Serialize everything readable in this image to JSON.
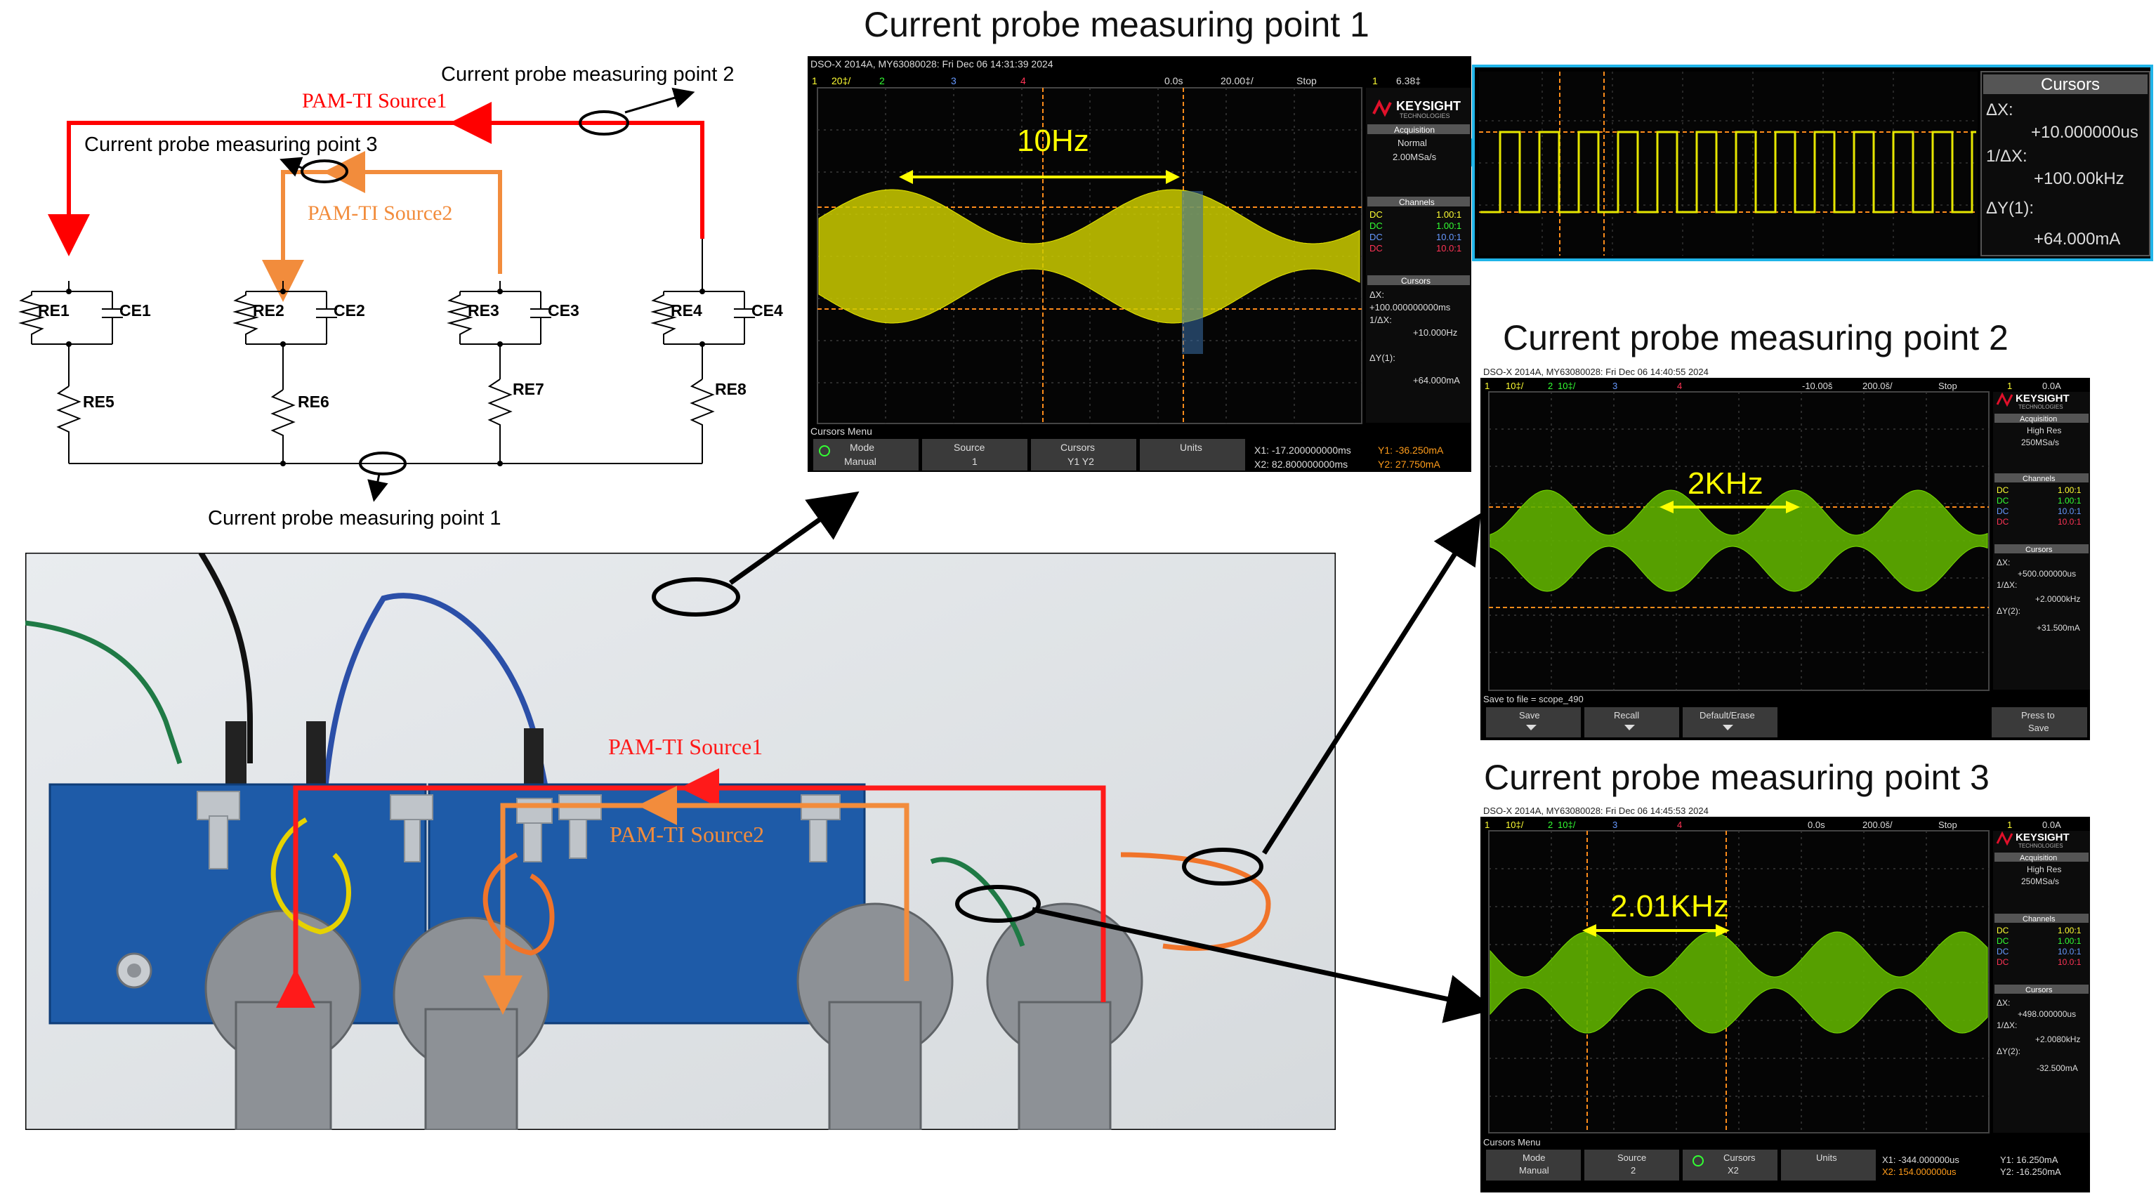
{
  "titles": {
    "scope1": "Current probe measuring point 1",
    "scope2": "Current probe measuring point 2",
    "scope3": "Current probe measuring point 3"
  },
  "circuit": {
    "source1": "PAM-TI Source1",
    "source2": "PAM-TI Source2",
    "point1": "Current probe measuring point 1",
    "point2": "Current probe measuring point 2",
    "point3": "Current probe measuring point 3",
    "re": [
      "RE1",
      "RE2",
      "RE3",
      "RE4",
      "RE5",
      "RE6",
      "RE7",
      "RE8"
    ],
    "ce": [
      "CE1",
      "CE2",
      "CE3",
      "CE4"
    ]
  },
  "photo": {
    "source1": "PAM-TI Source1",
    "source2": "PAM-TI Source2"
  },
  "colors": {
    "source1": "#ff0000",
    "source2": "#f28c3c",
    "wave_yellow": "#e6e600",
    "wave_green": "#66cc00",
    "highlight": "#1fb4e8",
    "board": "#1e5ba8"
  },
  "scope1": {
    "header": "DSO-X 2014A, MY63080028: Fri Dec 06 14:31:39 2024",
    "topbar": [
      "1",
      "20‡/",
      "2",
      "3",
      "4",
      "0.0s",
      "20.00‡/",
      "Stop",
      "1",
      "6.38‡"
    ],
    "annotation": "10Hz",
    "brand": "KEYSIGHT",
    "brand_sub": "TECHNOLOGIES",
    "acquisition_title": "Acquisition",
    "acquisition": [
      "Normal",
      "2.00MSa/s"
    ],
    "channels_title": "Channels",
    "channels": [
      [
        "DC",
        "1.00:1"
      ],
      [
        "DC",
        "1.00:1"
      ],
      [
        "DC",
        "10.0:1"
      ],
      [
        "DC",
        "10.0:1"
      ]
    ],
    "cursors_title": "Cursors",
    "cursors": [
      "ΔX:",
      "+100.000000000ms",
      "1/ΔX:",
      "+10.000Hz",
      "ΔY(1):",
      "+64.000mA"
    ],
    "menu_title": "Cursors Menu",
    "softkeys": [
      [
        "Mode",
        "Manual"
      ],
      [
        "Source",
        "1"
      ],
      [
        "Cursors",
        "Y1 Y2"
      ],
      [
        "Units",
        ""
      ]
    ],
    "readout": [
      "X1: -17.200000000ms",
      "X2: 82.800000000ms",
      "Y1: -36.250mA",
      "Y2: 27.750mA"
    ]
  },
  "zoom": {
    "cursors_title": "Cursors",
    "lines": [
      "ΔX:",
      "+10.000000us",
      "1/ΔX:",
      "+100.00kHz",
      "ΔY(1):",
      "+64.000mA"
    ]
  },
  "scope2": {
    "header": "DSO-X 2014A, MY63080028: Fri Dec 06 14:40:55 2024",
    "topbar": [
      "1",
      "10‡/",
      "2",
      "10‡/",
      "3",
      "4",
      "-10.00š",
      "200.0š/",
      "Stop",
      "1",
      "0.0A"
    ],
    "annotation": "2KHz",
    "brand": "KEYSIGHT",
    "brand_sub": "TECHNOLOGIES",
    "acquisition_title": "Acquisition",
    "acquisition": [
      "High Res",
      "250MSa/s"
    ],
    "channels_title": "Channels",
    "channels": [
      [
        "DC",
        "1.00:1"
      ],
      [
        "DC",
        "1.00:1"
      ],
      [
        "DC",
        "10.0:1"
      ],
      [
        "DC",
        "10.0:1"
      ]
    ],
    "cursors_title": "Cursors",
    "cursors": [
      "ΔX:",
      "+500.000000us",
      "1/ΔX:",
      "+2.0000kHz",
      "ΔY(2):",
      "+31.500mA"
    ],
    "save_line": "Save to file = scope_490",
    "softkeys": [
      [
        "Save",
        ""
      ],
      [
        "Recall",
        ""
      ],
      [
        "Default/Erase",
        ""
      ],
      [
        "Press to",
        "Save"
      ]
    ]
  },
  "scope3": {
    "header": "DSO-X 2014A, MY63080028: Fri Dec 06 14:45:53 2024",
    "topbar": [
      "1",
      "10‡/",
      "2",
      "10‡/",
      "3",
      "4",
      "0.0s",
      "200.0š/",
      "Stop",
      "1",
      "0.0A"
    ],
    "annotation": "2.01KHz",
    "brand": "KEYSIGHT",
    "brand_sub": "TECHNOLOGIES",
    "acquisition_title": "Acquisition",
    "acquisition": [
      "High Res",
      "250MSa/s"
    ],
    "channels_title": "Channels",
    "channels": [
      [
        "DC",
        "1.00:1"
      ],
      [
        "DC",
        "1.00:1"
      ],
      [
        "DC",
        "10.0:1"
      ],
      [
        "DC",
        "10.0:1"
      ]
    ],
    "cursors_title": "Cursors",
    "cursors": [
      "ΔX:",
      "+498.000000us",
      "1/ΔX:",
      "+2.0080kHz",
      "ΔY(2):",
      "-32.500mA"
    ],
    "menu_title": "Cursors Menu",
    "softkeys": [
      [
        "Mode",
        "Manual"
      ],
      [
        "Source",
        "2"
      ],
      [
        "Cursors",
        "X2"
      ],
      [
        "Units",
        ""
      ]
    ],
    "readout": [
      "X1: -344.000000us",
      "X2: 154.000000us",
      "Y1: 16.250mA",
      "Y2: -16.250mA"
    ]
  }
}
